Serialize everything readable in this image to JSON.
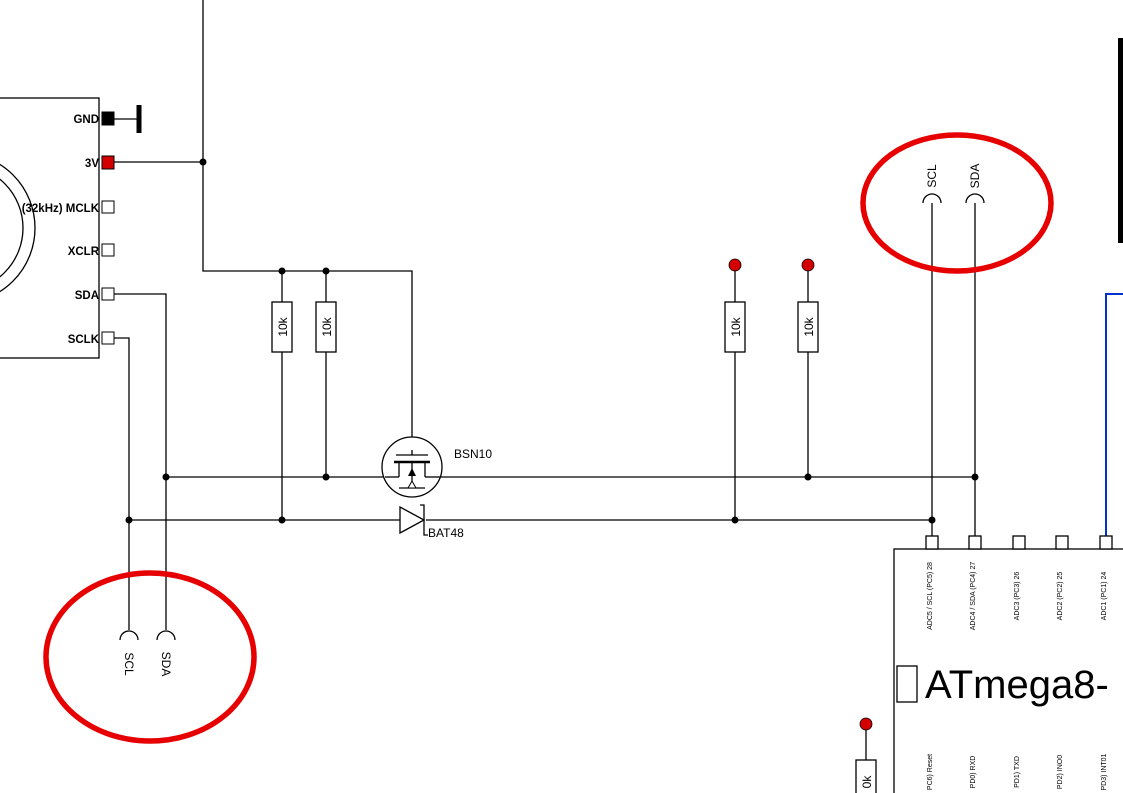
{
  "colors": {
    "highlight": "#e60000",
    "power_pin": "#d40000",
    "bus_wire": "#0033cc"
  },
  "sensor_module": {
    "pins": [
      "GND",
      "3V",
      "(32kHz) MCLK",
      "XCLR",
      "SDA",
      "SCLK"
    ]
  },
  "resistors": [
    "10k",
    "10k",
    "10k",
    "10k",
    "0k"
  ],
  "mosfet": {
    "label": "BSN10"
  },
  "diode": {
    "label": "BAT48"
  },
  "connectors": {
    "top_right": [
      "SCL",
      "SDA"
    ],
    "bottom_left": [
      "SCL",
      "SDA"
    ]
  },
  "mcu": {
    "title": "ATmega8-",
    "top_pins": [
      "ADC5 / SCL (PC5) 28",
      "ADC4 / SDA (PC4) 27",
      "ADC3 (PC3) 26",
      "ADC2 (PC2) 25",
      "ADC1 (PC1) 24"
    ],
    "bottom_pins": [
      "PC6) Reset",
      "PD0) RXD",
      "PD1) TXD",
      "PD2) INO0",
      "PD3) INT01"
    ]
  }
}
